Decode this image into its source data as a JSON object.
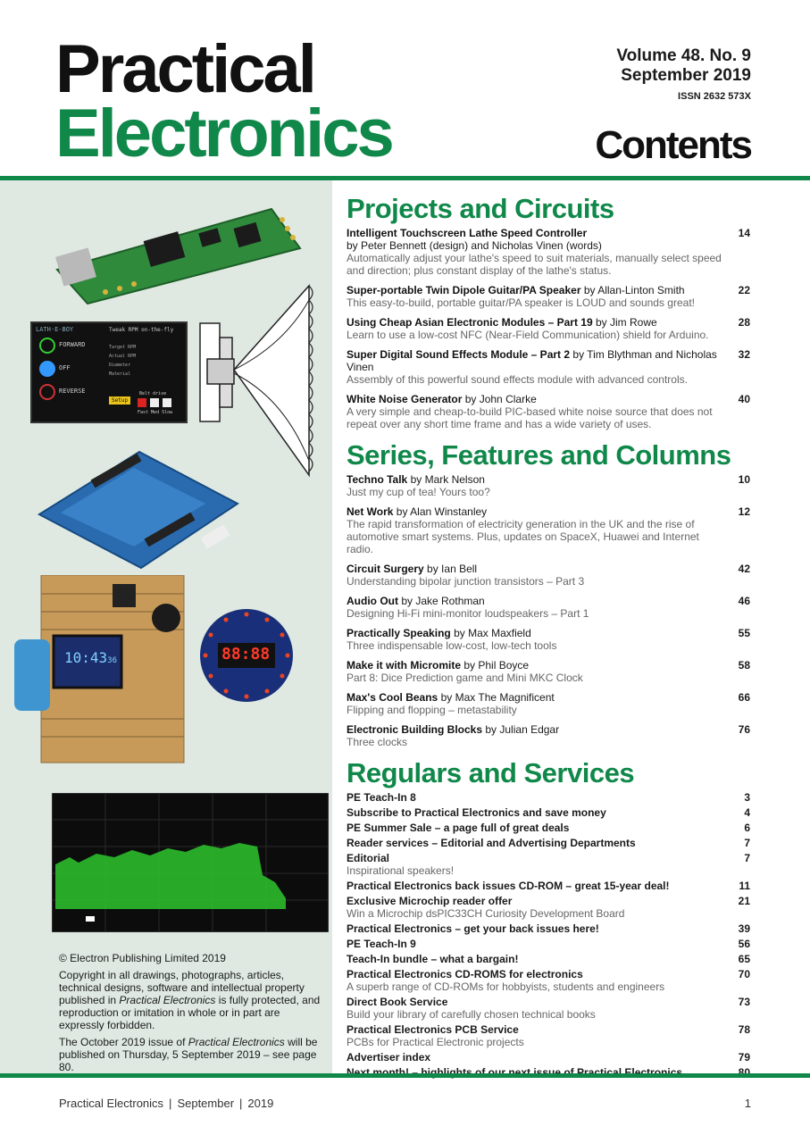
{
  "masthead": {
    "line1": "Practical",
    "line2": "Electronics",
    "contents": "Contents"
  },
  "issue": {
    "volume": "Volume 48. No. 9",
    "date": "September 2019",
    "issn": "ISSN 2632 573X"
  },
  "sections": [
    {
      "title": "Projects and Circuits",
      "entries": [
        {
          "title": "Intelligent Touchscreen Lathe Speed Controller",
          "by": "",
          "by2": "by Peter Bennett (design) and Nicholas Vinen (words)",
          "desc": "Automatically adjust your lathe's speed to suit materials, manually select speed and direction; plus constant display of the lathe's status.",
          "page": "14"
        },
        {
          "title": "Super-portable Twin Dipole Guitar/PA Speaker",
          "by": "by Allan-Linton Smith",
          "by2": "",
          "desc": "This easy-to-build, portable guitar/PA speaker is LOUD and sounds great!",
          "page": "22"
        },
        {
          "title": "Using Cheap Asian Electronic Modules – Part 19",
          "by": "by Jim Rowe",
          "by2": "",
          "desc": "Learn to use a low-cost NFC (Near-Field Communication) shield for Arduino.",
          "page": "28"
        },
        {
          "title": "Super Digital Sound Effects Module – Part 2",
          "by": "by Tim Blythman and Nicholas Vinen",
          "by2": "",
          "desc": "Assembly of this powerful sound effects module with advanced controls.",
          "page": "32"
        },
        {
          "title": "White Noise Generator",
          "by": "by John Clarke",
          "by2": "",
          "desc": "A very simple and cheap-to-build PIC-based white noise source that does not repeat over any short time frame and has a wide variety of uses.",
          "page": "40"
        }
      ]
    },
    {
      "title": "Series, Features and Columns",
      "entries": [
        {
          "title": "Techno Talk",
          "by": "by Mark Nelson",
          "by2": "",
          "desc": "Just my cup of tea! Yours too?",
          "page": "10"
        },
        {
          "title": "Net Work",
          "by": "by Alan Winstanley",
          "by2": "",
          "desc": "The rapid transformation of electricity generation in the UK and the rise of automotive smart systems. Plus, updates on SpaceX, Huawei and Internet radio.",
          "page": "12"
        },
        {
          "title": "Circuit Surgery",
          "by": "by Ian Bell",
          "by2": "",
          "desc": "Understanding bipolar junction transistors – Part 3",
          "page": "42"
        },
        {
          "title": "Audio Out",
          "by": "by Jake Rothman",
          "by2": "",
          "desc": "Designing Hi-Fi mini-monitor loudspeakers – Part 1",
          "page": "46"
        },
        {
          "title": "Practically Speaking",
          "by": "by Max Maxfield",
          "by2": "",
          "desc": "Three indispensable low-cost, low-tech tools",
          "page": "55"
        },
        {
          "title": "Make it with Micromite",
          "by": "by Phil Boyce",
          "by2": "",
          "desc": "Part 8: Dice Prediction game and Mini MKC Clock",
          "page": "58"
        },
        {
          "title": "Max's Cool Beans",
          "by": "by Max The Magnificent",
          "by2": "",
          "desc": "Flipping and flopping – metastability",
          "page": "66"
        },
        {
          "title": "Electronic Building Blocks",
          "by": "by Julian Edgar",
          "by2": "",
          "desc": "Three clocks",
          "page": "76"
        }
      ]
    }
  ],
  "regulars": {
    "title": "Regulars and Services",
    "items": [
      {
        "title": "PE Teach-In 8",
        "desc": "",
        "page": "3"
      },
      {
        "title": "Subscribe to Practical Electronics and save money",
        "desc": "",
        "page": "4"
      },
      {
        "title": "PE Summer Sale – a page full of great deals",
        "desc": "",
        "page": "6"
      },
      {
        "title": "Reader services – Editorial and Advertising Departments",
        "desc": "",
        "page": "7"
      },
      {
        "title": "Editorial",
        "desc": "Inspirational speakers!",
        "page": "7"
      },
      {
        "title": "Practical Electronics back issues CD-ROM – great 15-year deal!",
        "desc": "",
        "page": "11"
      },
      {
        "title": "Exclusive Microchip reader offer",
        "desc": "Win a Microchip dsPIC33CH Curiosity Development Board",
        "page": "21"
      },
      {
        "title": "Practical Electronics – get your back issues here!",
        "desc": "",
        "page": "39"
      },
      {
        "title": "PE Teach-In 9",
        "desc": "",
        "page": "56"
      },
      {
        "title": "Teach-In bundle – what a bargain!",
        "desc": "",
        "page": "65"
      },
      {
        "title": "Practical Electronics CD-ROMS for electronics",
        "desc": "A superb range of CD-ROMs for hobbyists, students and engineers",
        "page": "70"
      },
      {
        "title": "Direct Book Service",
        "desc": "Build your library of carefully chosen technical books",
        "page": "73"
      },
      {
        "title": "Practical Electronics PCB Service",
        "desc": "PCBs for Practical Electronic projects",
        "page": "78"
      },
      {
        "title": "Advertiser index",
        "desc": "",
        "page": "79"
      },
      {
        "title": "Next month! – highlights of our next issue of Practical Electronics",
        "desc": "",
        "page": "80"
      }
    ]
  },
  "copyright": {
    "line1": "© Electron Publishing Limited 2019",
    "p2_a": "Copyright in all drawings, photographs, articles, technical designs, software and intellectual property published in ",
    "p2_i": "Practical Electronics",
    "p2_b": " is fully protected, and reproduction or imitation in whole or in part are expressly forbidden.",
    "p3_a": "The October 2019 issue of ",
    "p3_i": "Practical Electronics",
    "p3_b": " will be published on Thursday, 5 September 2019 – see page 80."
  },
  "lathe_screen": {
    "title": "LATH-E-BOY",
    "forward": "FORWARD",
    "off": "OFF",
    "reverse": "REVERSE",
    "tweak": "Tweak RPM on-the-fly",
    "rows": [
      "Target RPM",
      "Actual RPM",
      "Diameter",
      "Material"
    ],
    "setup": "Setup",
    "belt": "Belt drive",
    "belt_opts": "Fast Med Slow"
  },
  "clock_lcd": {
    "time": "10:43",
    "sec": "36"
  },
  "led_clock": {
    "digits": "88:88"
  },
  "footer": {
    "publication": "Practical Electronics",
    "month": "September",
    "year": "2019",
    "page": "1"
  }
}
